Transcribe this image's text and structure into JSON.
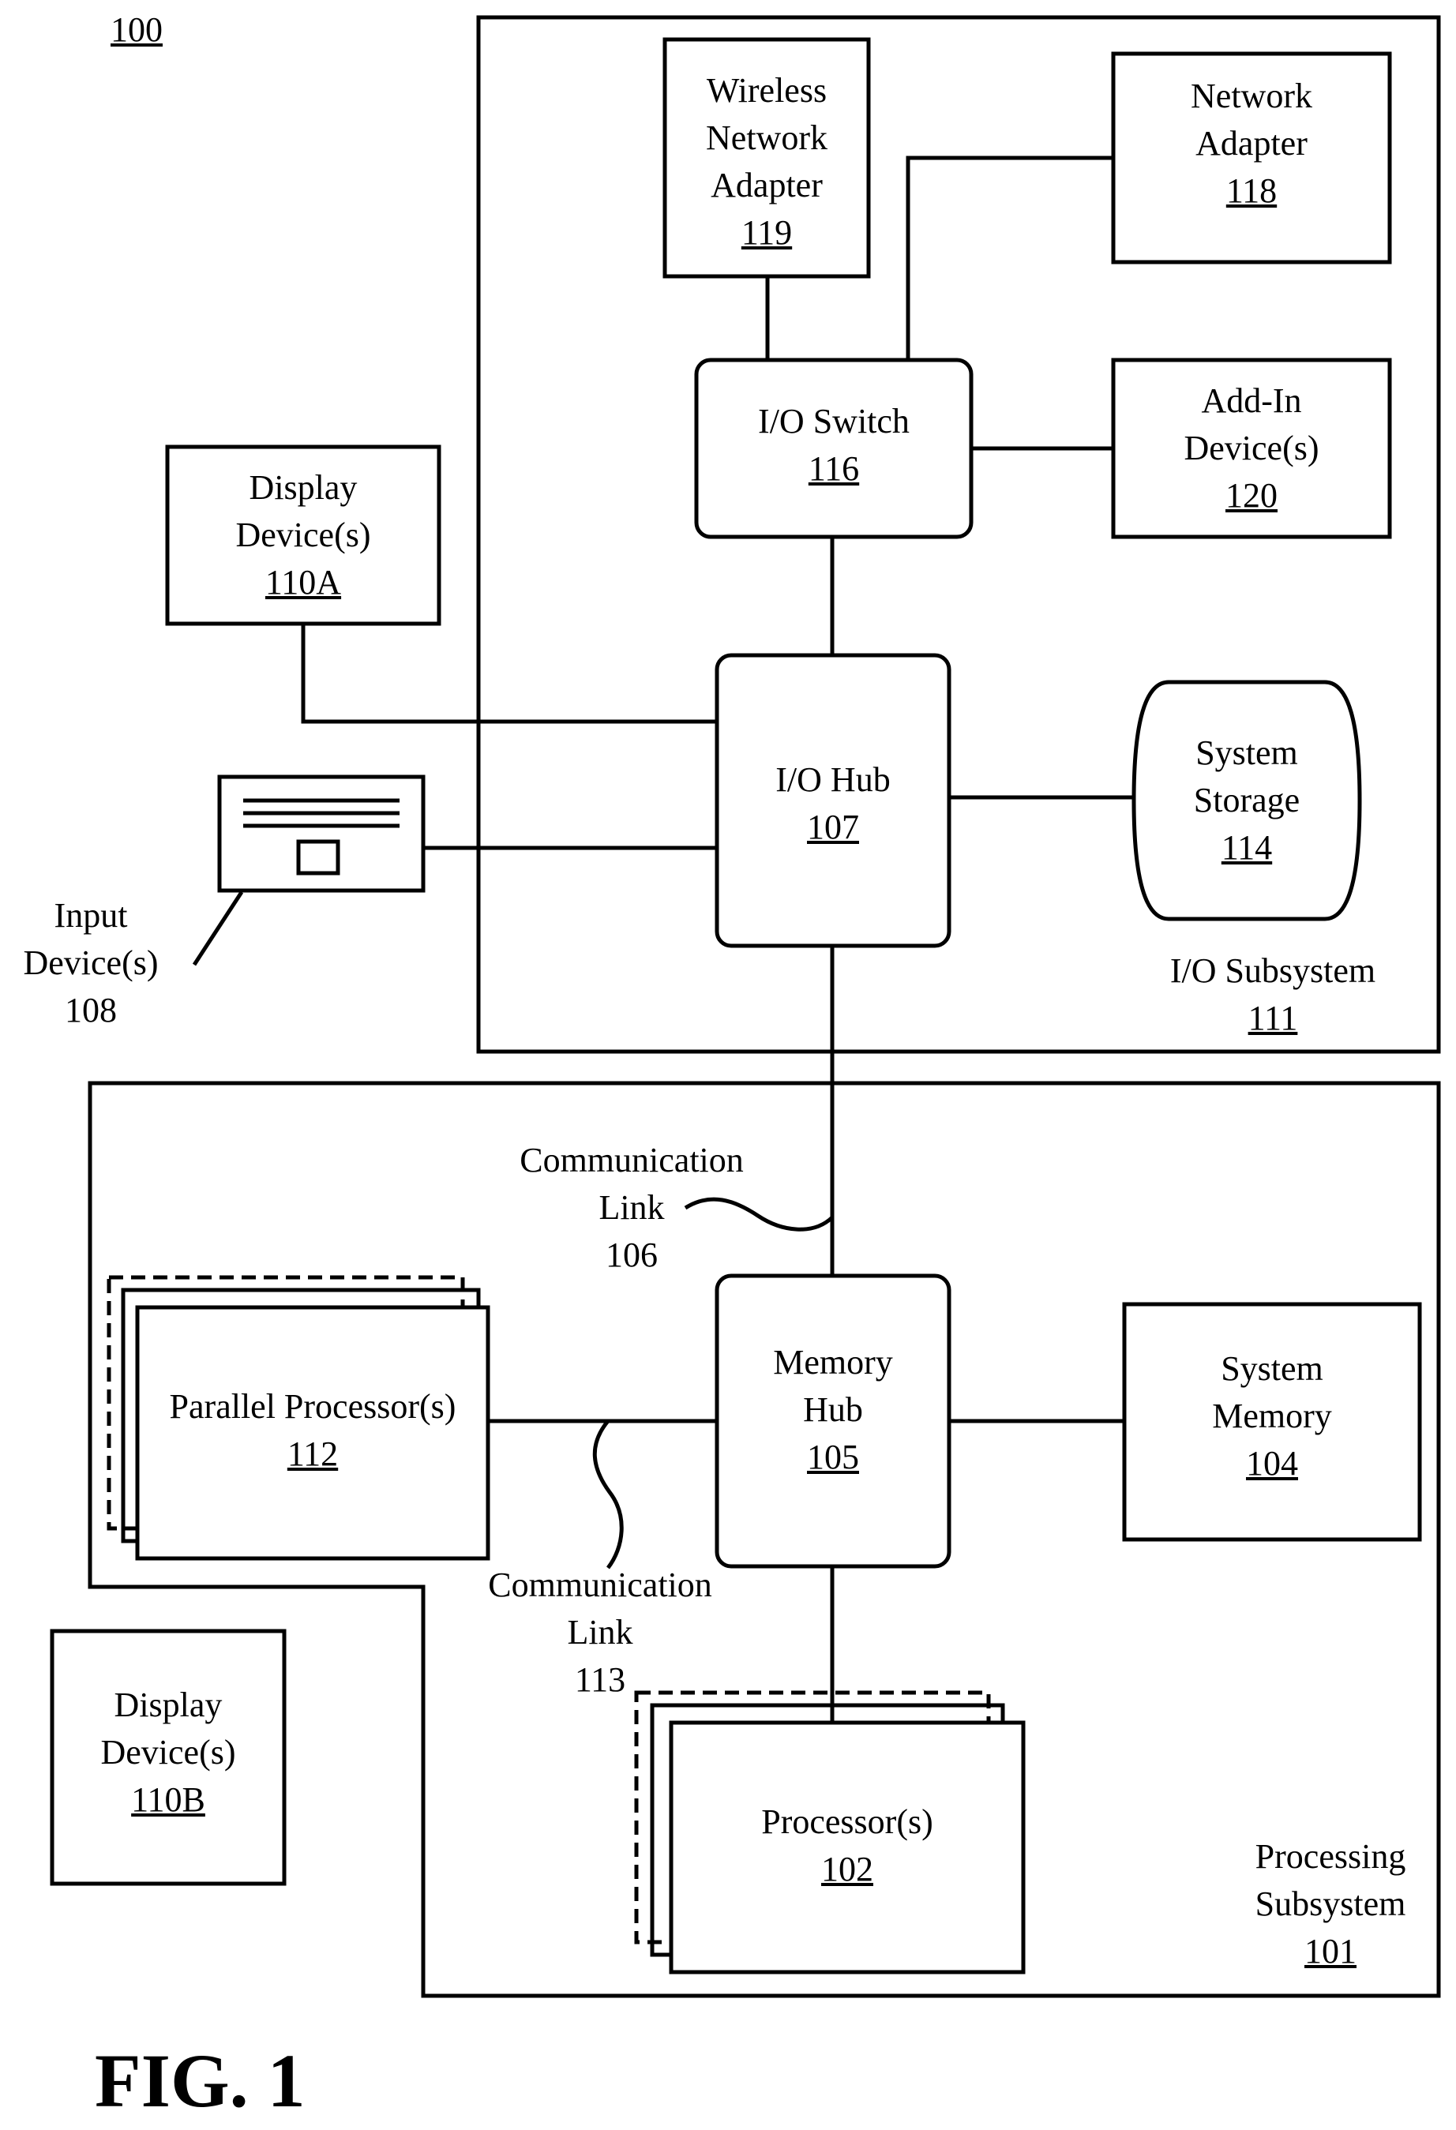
{
  "diagram_number": "100",
  "figure_caption": "FIG. 1",
  "blocks": {
    "wireless_network_adapter": {
      "lines": [
        "Wireless",
        "Network",
        "Adapter"
      ],
      "ref": "119"
    },
    "network_adapter": {
      "lines": [
        "Network",
        "Adapter"
      ],
      "ref": "118"
    },
    "io_switch": {
      "lines": [
        "I/O Switch"
      ],
      "ref": "116"
    },
    "add_in_devices": {
      "lines": [
        "Add-In",
        "Device(s)"
      ],
      "ref": "120"
    },
    "display_devices_a": {
      "lines": [
        "Display",
        "Device(s)"
      ],
      "ref": "110A"
    },
    "io_hub": {
      "lines": [
        "I/O Hub"
      ],
      "ref": "107"
    },
    "system_storage": {
      "lines": [
        "System",
        "Storage"
      ],
      "ref": "114"
    },
    "io_subsystem": {
      "lines": [
        "I/O Subsystem"
      ],
      "ref": "111"
    },
    "input_devices": {
      "lines": [
        "Input",
        "Device(s)"
      ],
      "ref": "108"
    },
    "communication_link_106": {
      "lines": [
        "Communication",
        "Link"
      ],
      "ref": "106"
    },
    "memory_hub": {
      "lines": [
        "Memory",
        "Hub"
      ],
      "ref": "105"
    },
    "system_memory": {
      "lines": [
        "System",
        "Memory"
      ],
      "ref": "104"
    },
    "parallel_processors": {
      "lines": [
        "Parallel Processor(s)"
      ],
      "ref": "112"
    },
    "communication_link_113": {
      "lines": [
        "Communication",
        "Link"
      ],
      "ref": "113"
    },
    "display_devices_b": {
      "lines": [
        "Display",
        "Device(s)"
      ],
      "ref": "110B"
    },
    "processors": {
      "lines": [
        "Processor(s)"
      ],
      "ref": "102"
    },
    "processing_subsystem": {
      "lines": [
        "Processing",
        "Subsystem"
      ],
      "ref": "101"
    }
  }
}
